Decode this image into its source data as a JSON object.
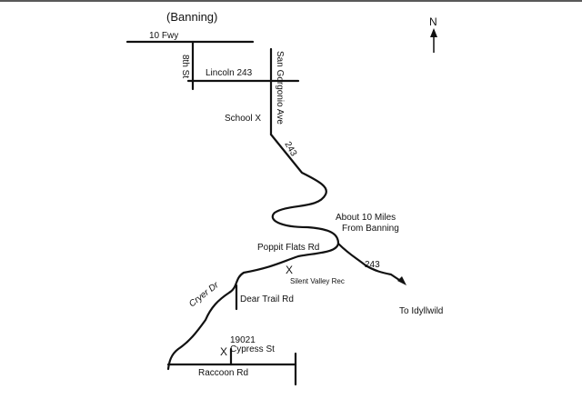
{
  "map": {
    "title": "(Banning)",
    "north_label": "N",
    "roads": {
      "freeway": "10 Fwy",
      "eighth_st": "8th St",
      "lincoln": "Lincoln 243",
      "san_gorgonio": "San Gorgonio Ave",
      "route_243_top": "243",
      "route_243_right": "243",
      "poppit": "Poppit Flats Rd",
      "dear_trail": "Dear Trail Rd",
      "cryer": "Cryer Dr",
      "raccoon": "Raccoon Rd"
    },
    "landmarks": {
      "school": "School X",
      "about_line1": "About 10 Miles",
      "about_line2": "From Banning",
      "silent_valley_mark": "X",
      "silent_valley": "Silent Valley Rec",
      "destination_mark": "X",
      "address_number": "19021",
      "address_street": "Cypress St",
      "to_idyllwild": "To Idyllwild"
    },
    "colors": {
      "ink": "#111111",
      "background": "#ffffff"
    }
  }
}
